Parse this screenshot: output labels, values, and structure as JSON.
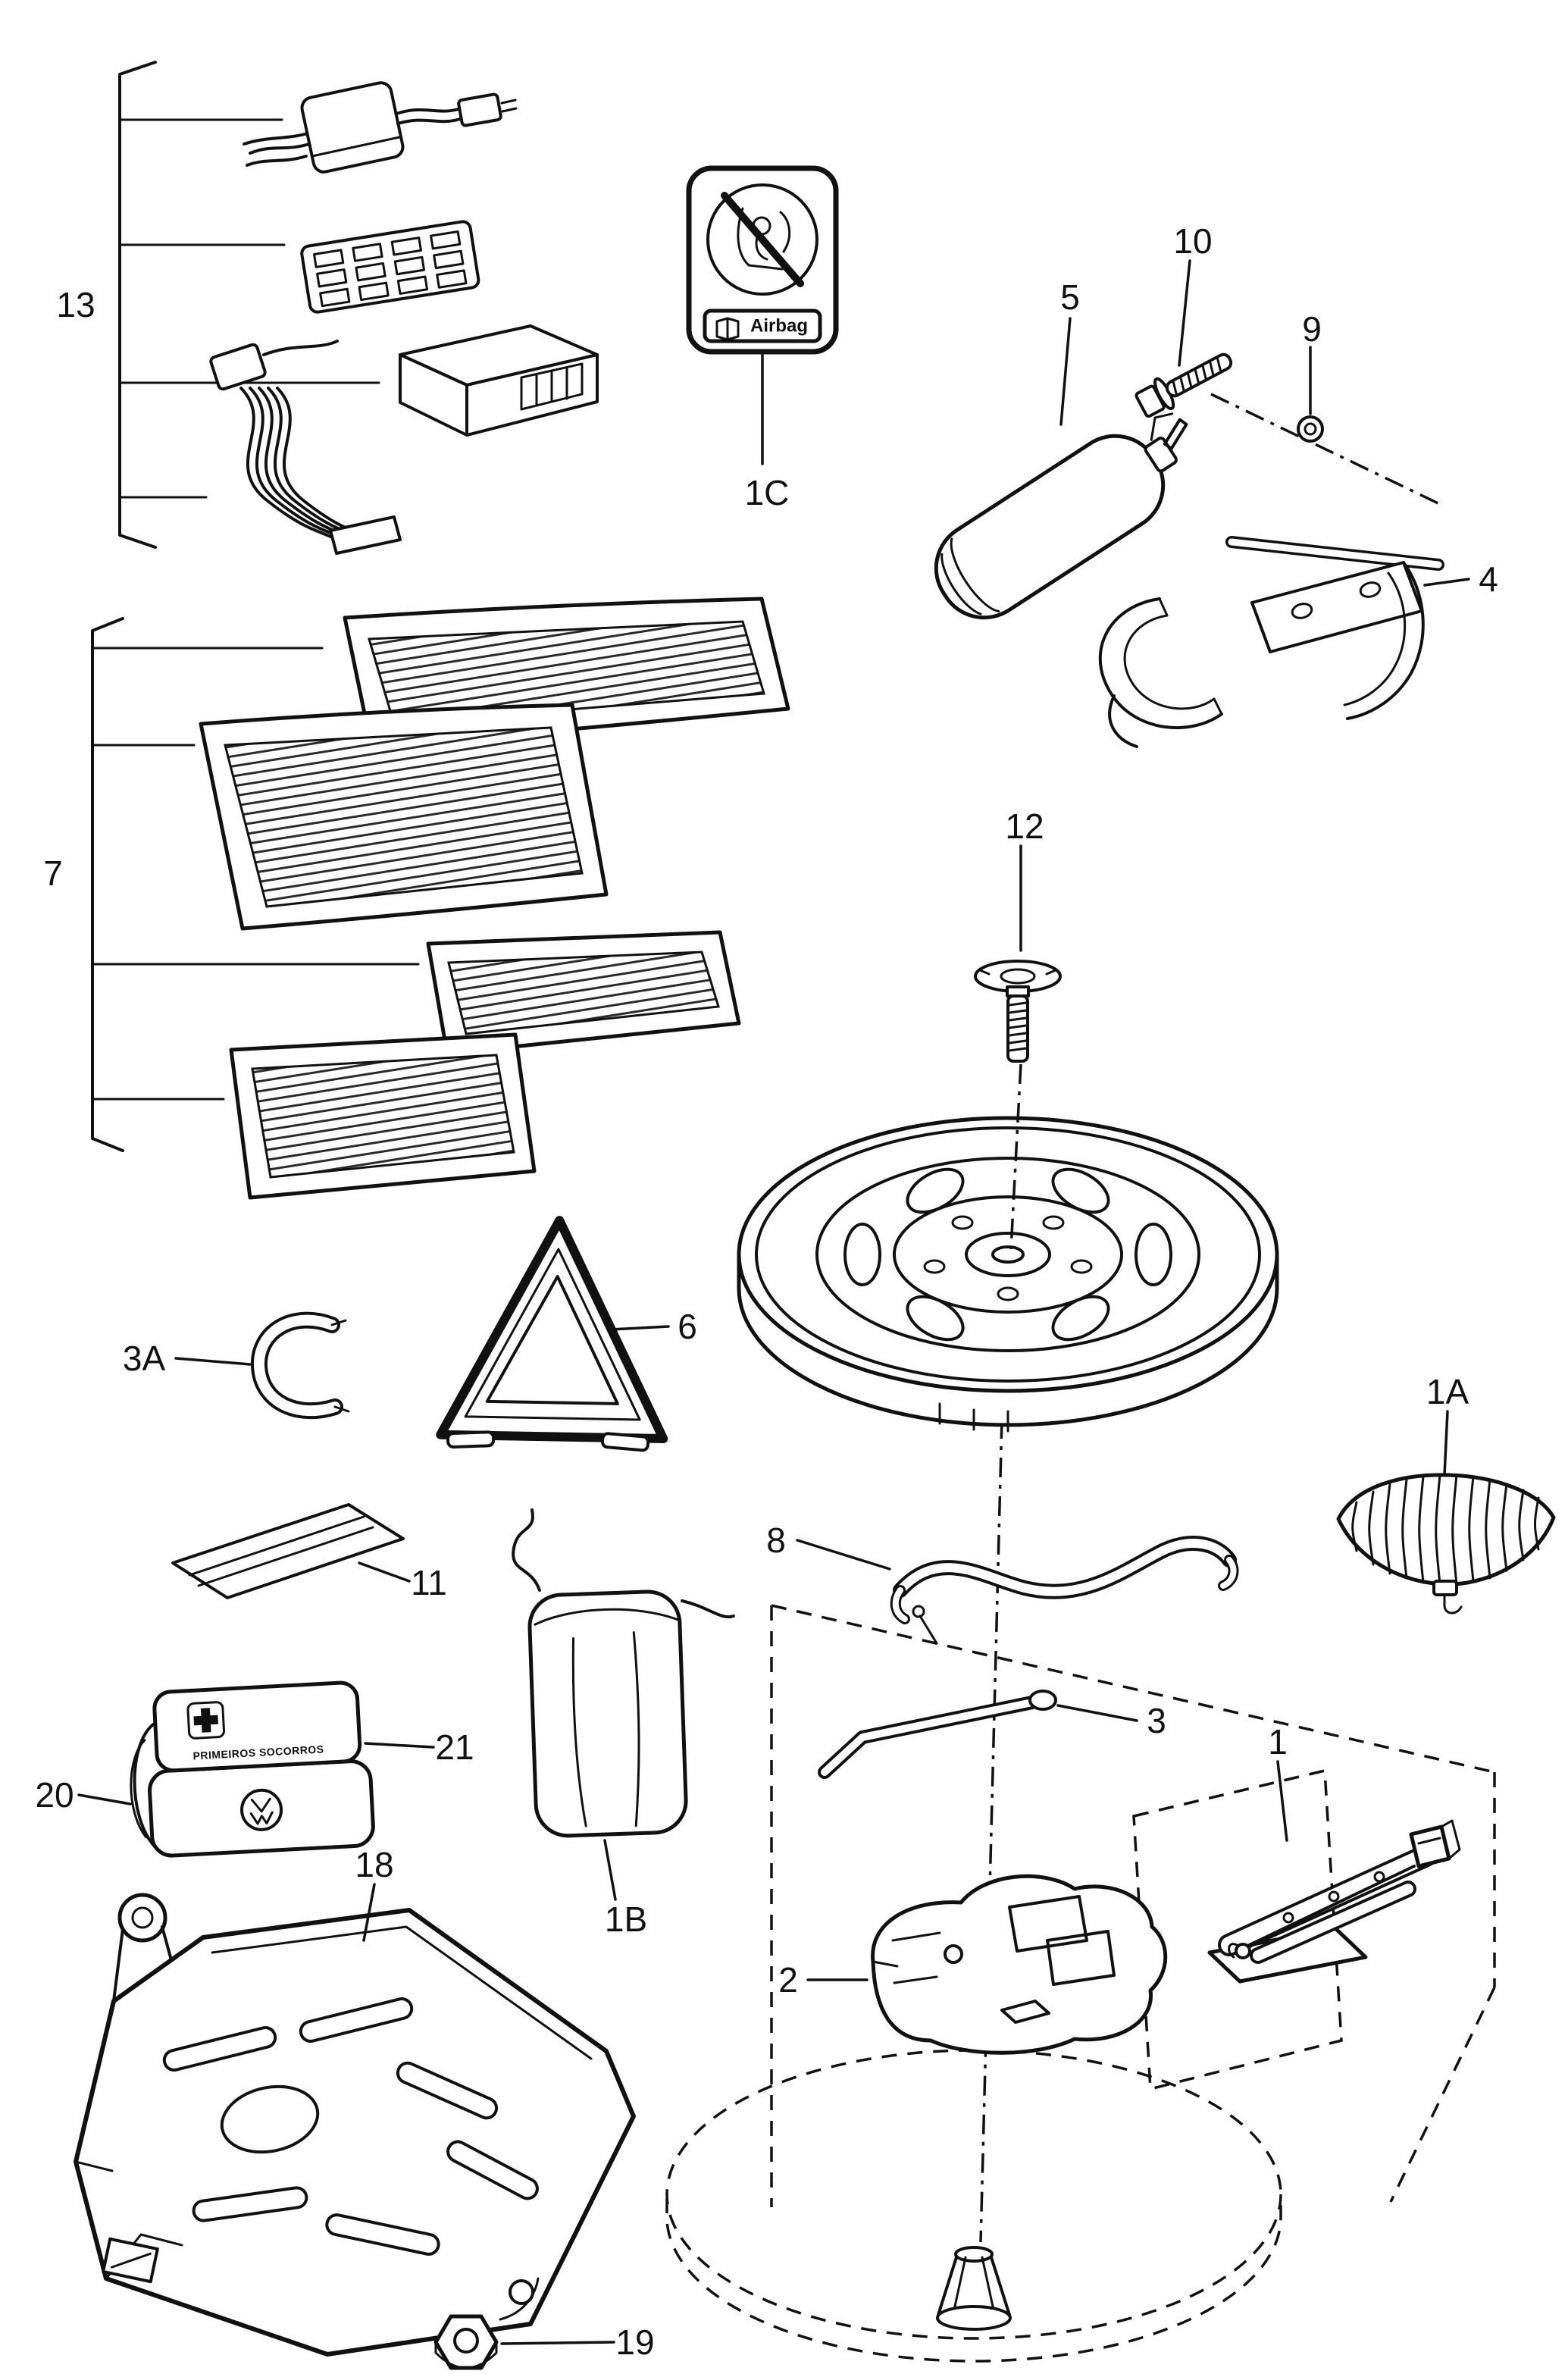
{
  "figure": {
    "background": "#ffffff",
    "line_color": "#111111"
  },
  "callouts": {
    "alarm_group": "13",
    "floor_mats": "7",
    "tow_hook": "3A",
    "warning_triangle": "6",
    "sticker": "11",
    "first_aid_upper": "21",
    "first_aid_lower": "20",
    "tool_bag": "1B",
    "skid_plate": "18",
    "nut": "19",
    "retainer": "8",
    "wheel_wrench": "3",
    "jack": "1",
    "tool_tray": "2",
    "wing_bolt": "12",
    "fire_extinguisher": "5",
    "bolt": "10",
    "washer": "9",
    "bracket": "4",
    "airbag_label": "1C",
    "tow_loop": "1A"
  },
  "texts": {
    "airbag": "Airbag",
    "first_aid_title": "PRIMEIROS SOCORROS"
  }
}
